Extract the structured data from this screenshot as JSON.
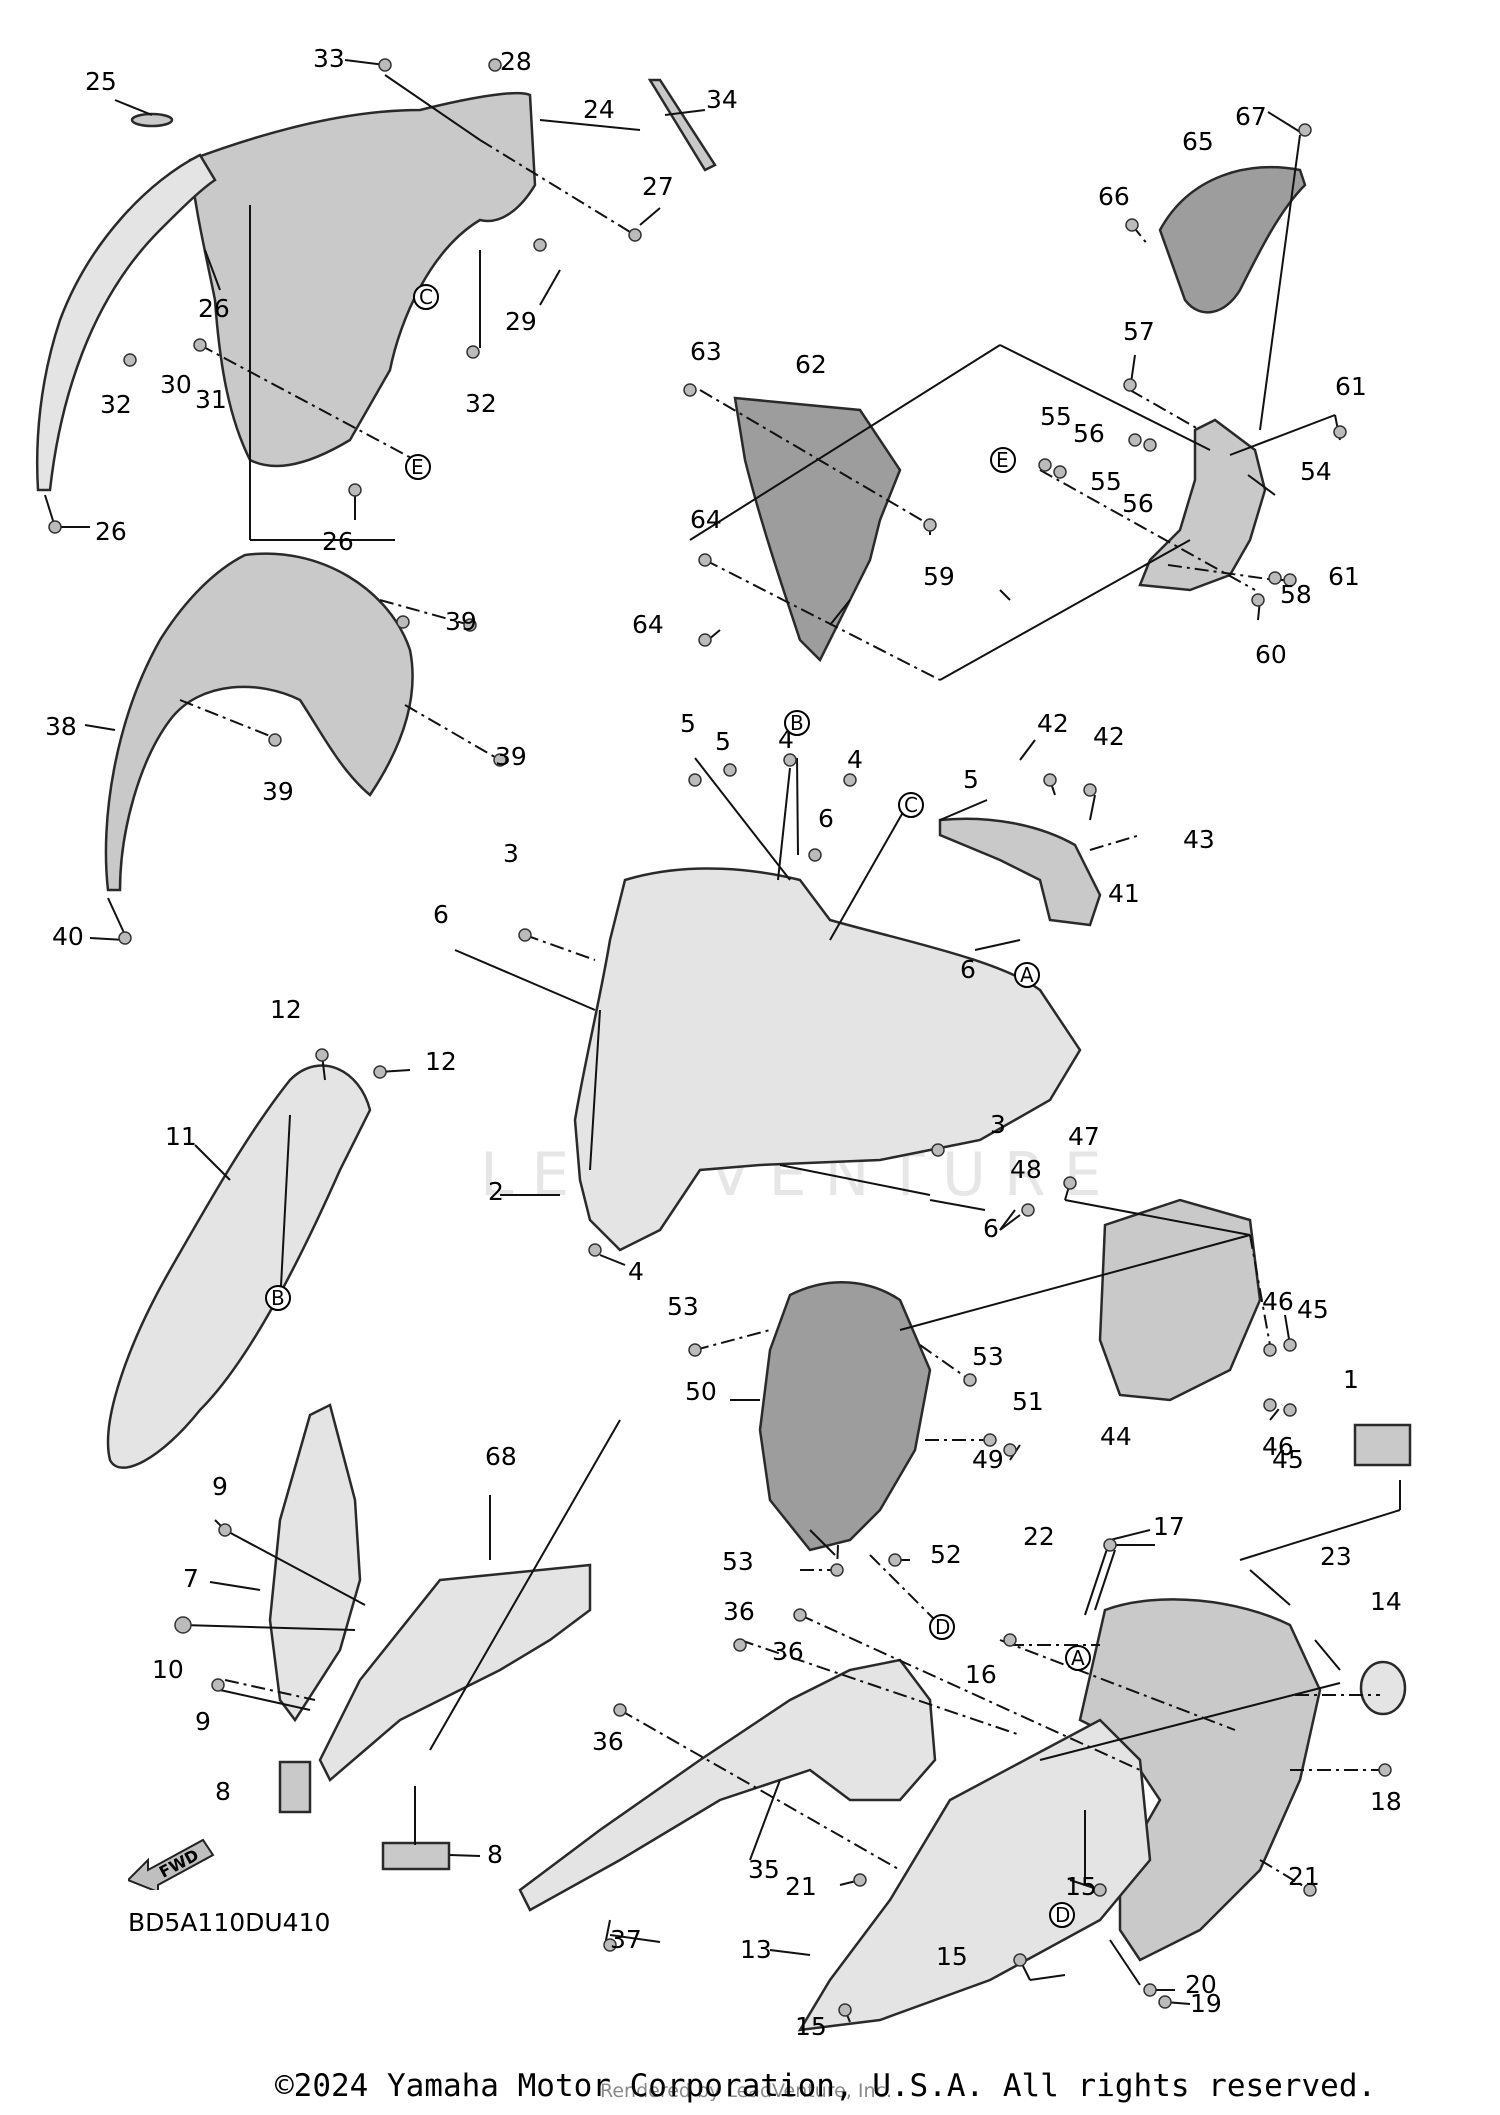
{
  "diagram": {
    "watermark": "LEADVENTURE",
    "reference_code": "BD5A110DU410",
    "fwd_label": "FWD",
    "copyright": "©2024 Yamaha Motor Corporation, U.S.A. All rights reserved.",
    "rendered_by": "Rendered by LeadVenture, Inc.",
    "callouts": [
      "33",
      "28",
      "25",
      "24",
      "34",
      "27",
      "26",
      "29",
      "32",
      "30",
      "31",
      "26",
      "26",
      "32",
      "39",
      "38",
      "39",
      "39",
      "40",
      "67",
      "65",
      "66",
      "57",
      "61",
      "63",
      "62",
      "55",
      "56",
      "55",
      "56",
      "54",
      "64",
      "59",
      "61",
      "58",
      "64",
      "60",
      "5",
      "5",
      "4",
      "4",
      "5",
      "42",
      "42",
      "43",
      "3",
      "6",
      "6",
      "41",
      "6",
      "12",
      "12",
      "11",
      "3",
      "2",
      "6",
      "48",
      "47",
      "4",
      "53",
      "53",
      "46",
      "45",
      "50",
      "51",
      "44",
      "49",
      "46",
      "45",
      "1",
      "9",
      "68",
      "7",
      "10",
      "9",
      "53",
      "52",
      "17",
      "22",
      "23",
      "14",
      "36",
      "36",
      "16",
      "36",
      "18",
      "8",
      "21",
      "35",
      "21",
      "15",
      "37",
      "13",
      "15",
      "20",
      "19",
      "15",
      "8"
    ],
    "ref_markers": [
      "C",
      "E",
      "E",
      "B",
      "C",
      "A",
      "B",
      "D",
      "A",
      "D"
    ]
  }
}
